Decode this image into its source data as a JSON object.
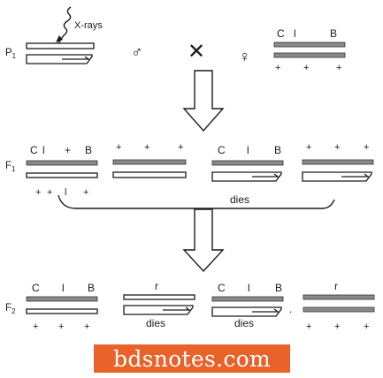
{
  "generations": {
    "p1": "P",
    "p1_sub": "1",
    "f1": "F",
    "f1_sub": "1",
    "f2": "F",
    "f2_sub": "2"
  },
  "p1": {
    "xray_label": "X-rays",
    "male_symbol": "♂",
    "cross_symbol": "✕",
    "female_symbol": "♀",
    "female_markers": {
      "c": "C",
      "l": "l",
      "b": "B"
    },
    "female_plus": [
      "+",
      "+",
      "+"
    ]
  },
  "f1": {
    "pair1_top": [
      "C",
      "l",
      "+",
      "B"
    ],
    "pair1_bottom": [
      "+",
      "+",
      "l",
      "+"
    ],
    "pair2_top": [
      "+",
      "+",
      "+"
    ],
    "pair3_top": [
      "C",
      "l",
      "B"
    ],
    "pair4_top": [
      "+",
      "+",
      "+"
    ],
    "dies_label": "dies"
  },
  "f2": {
    "pair1_top": [
      "C",
      "l",
      "B"
    ],
    "pair1_bottom": [
      "+",
      "+",
      "+"
    ],
    "pair2_top": "r",
    "pair2_dies": "dies",
    "pair3_top": [
      "C",
      "l",
      "B"
    ],
    "pair3_dies": "dies",
    "separator_dot": ".",
    "pair4_top": "r",
    "pair4_bottom": [
      "+",
      "+",
      "+"
    ]
  },
  "watermark": {
    "text": "bdsnotes.com",
    "color": "#e8622a"
  }
}
